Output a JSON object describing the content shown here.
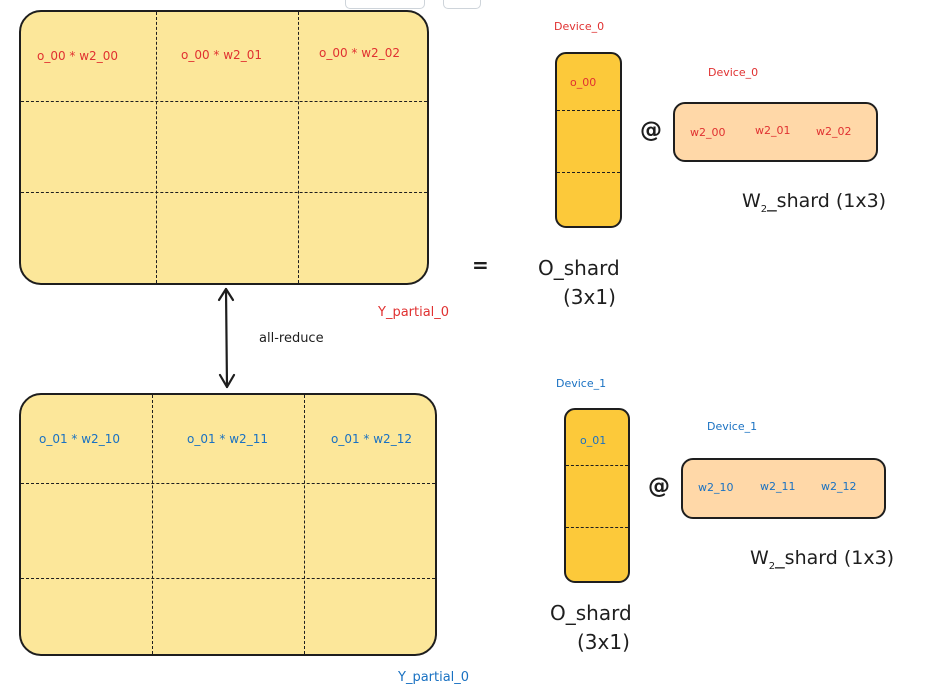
{
  "colors": {
    "red": "#e03131",
    "blue": "#1971c2",
    "grid_fill": "#fce79a",
    "column_fill": "#fcc93a",
    "row_fill": "#ffd8a8",
    "stroke": "#1e1e1e"
  },
  "top": {
    "grid_cells": [
      "o_00 * w2_00",
      "o_00 * w2_01",
      "o_00 * w2_02"
    ],
    "grid_label": "Y_partial_0",
    "device_col_label": "Device_0",
    "device_row_label": "Device_0",
    "col_cell": "o_00",
    "row_cells": [
      "w2_00",
      "w2_01",
      "w2_02"
    ],
    "at": "@",
    "w_shard_pre": "W",
    "w_shard_sub": "2",
    "w_shard_post": "_shard (1x3)",
    "o_shard_line1": "O_shard",
    "o_shard_line2": "(3x1)"
  },
  "equals": "=",
  "arrow_label": "all-reduce",
  "bottom": {
    "grid_cells": [
      "o_01 * w2_10",
      "o_01 * w2_11",
      "o_01 * w2_12"
    ],
    "grid_label": "Y_partial_0",
    "device_col_label": "Device_1",
    "device_row_label": "Device_1",
    "col_cell": "o_01",
    "row_cells": [
      "w2_10",
      "w2_11",
      "w2_12"
    ],
    "at": "@",
    "w_shard_pre": "W",
    "w_shard_sub": "2",
    "w_shard_post": "_shard (1x3)",
    "o_shard_line1": "O_shard",
    "o_shard_line2": "(3x1)"
  }
}
